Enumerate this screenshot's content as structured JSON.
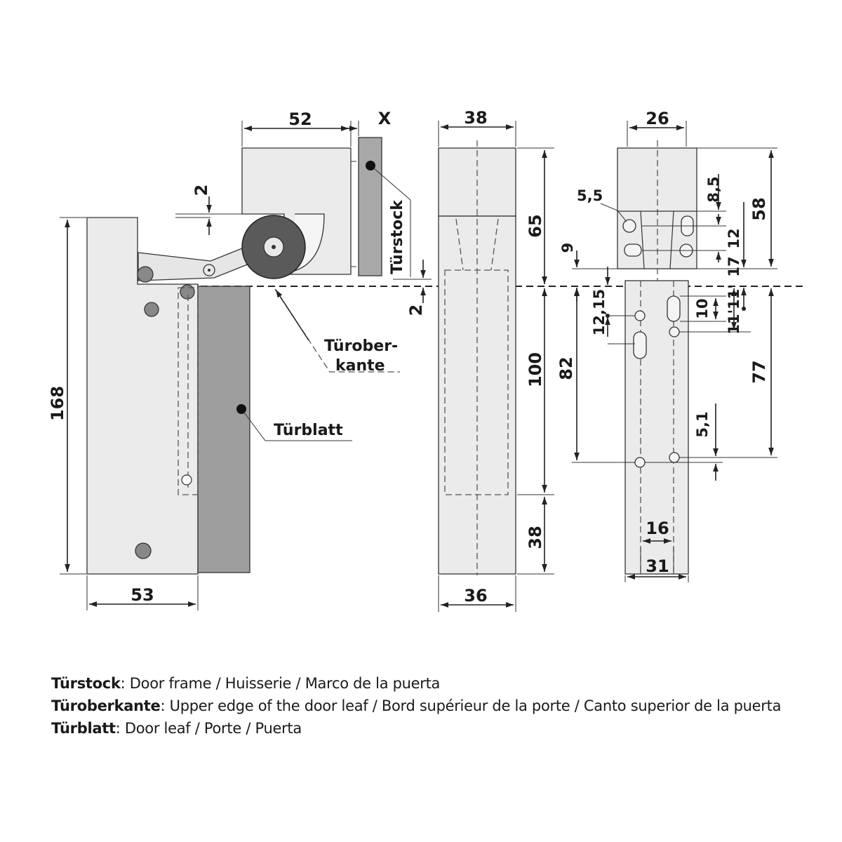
{
  "dimensions": {
    "d52": "52",
    "dX": "X",
    "d38top": "38",
    "d26": "26",
    "d2a": "2",
    "d2b": "2",
    "d168": "168",
    "d53": "53",
    "d65": "65",
    "d100": "100",
    "d38side": "38",
    "d36": "36",
    "d9": "9",
    "d82": "82",
    "d1215": "12,15",
    "d55": "5,5",
    "d85": "8,5",
    "d58": "58",
    "d12": "12",
    "d17": "17",
    "d10": "10",
    "d1111": "11'11'",
    "d77": "77",
    "d51": "5,1",
    "d16": "16",
    "d31": "31"
  },
  "labels": {
    "tuerstock": "Türstock",
    "tueroberkante_1": "Türober-",
    "tueroberkante_2": "kante",
    "tuerblatt": "Türblatt"
  },
  "legend": [
    {
      "term": "Türstock",
      "text": ": Door frame / Huisserie / Marco de la puerta"
    },
    {
      "term": "Türoberkante",
      "text": ": Upper edge of the door leaf / Bord supérieur de la porte /  Canto superior de la puerta"
    },
    {
      "term": "Türblatt",
      "text": ": Door leaf / Porte / Puerta"
    }
  ],
  "colors": {
    "part_fill": "#ebebeb",
    "leaf_fill": "#9e9e9e",
    "frame_fill": "#a8a8a8",
    "roller": "#555555",
    "line": "#222222"
  }
}
